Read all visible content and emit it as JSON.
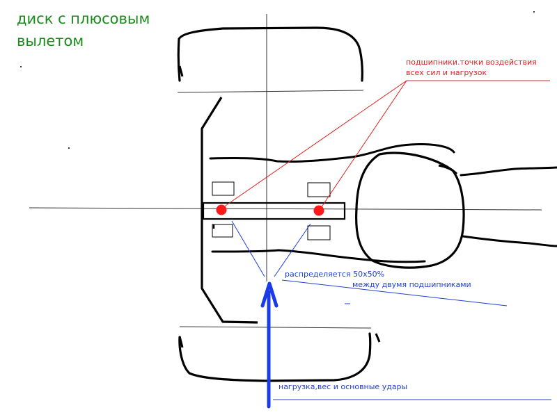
{
  "title": {
    "line1": "диск с плюсовым",
    "line2": "вылетом",
    "color": "#1a8a1a"
  },
  "annotations": {
    "bearings_line1": "подшипники.точки воздействия",
    "bearings_line2": "всех сил и нагрузок",
    "bearings_color": "#e02020",
    "distribution_line1": "распределяется 50х50%",
    "distribution_line2": "между двумя подшипниками",
    "load": "нагрузка,вес и основные удары",
    "blue_color": "#1f3fd6"
  },
  "colors": {
    "ink": "#000000",
    "thin_line": "#333333",
    "bearing_dot": "#ff1a1a",
    "force_arrow": "#1a3be6"
  },
  "icons": {
    "force": "up-arrow-icon",
    "bearing": "red-dot-icon"
  }
}
